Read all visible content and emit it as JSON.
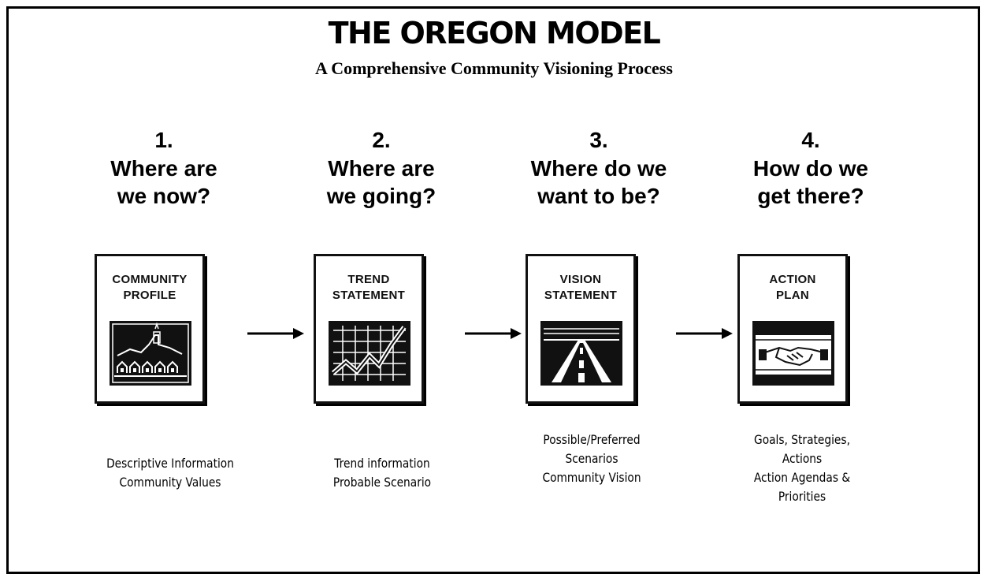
{
  "title": "THE OREGON MODEL",
  "subtitle": "A Comprehensive Community Visioning Process",
  "steps": [
    {
      "number": "1.",
      "question": [
        "Where are",
        "we now?"
      ],
      "card_title": [
        "COMMUNITY",
        "PROFILE"
      ],
      "icon": "village-icon",
      "description": [
        "Descriptive Information",
        "Community Values"
      ]
    },
    {
      "number": "2.",
      "question": [
        "Where are",
        "we going?"
      ],
      "card_title": [
        "TREND",
        "STATEMENT"
      ],
      "icon": "trend-chart-icon",
      "description": [
        "Trend information",
        "Probable Scenario"
      ]
    },
    {
      "number": "3.",
      "question": [
        "Where do we",
        "want to be?"
      ],
      "card_title": [
        "VISION",
        "STATEMENT"
      ],
      "icon": "road-horizon-icon",
      "description": [
        "Possible/Preferred",
        "Scenarios",
        "Community Vision"
      ]
    },
    {
      "number": "4.",
      "question": [
        "How do we",
        "get there?"
      ],
      "card_title": [
        "ACTION",
        "PLAN"
      ],
      "icon": "handshake-icon",
      "description": [
        "Goals, Strategies,",
        "Actions",
        "Action Agendas &",
        "Priorities"
      ]
    }
  ]
}
